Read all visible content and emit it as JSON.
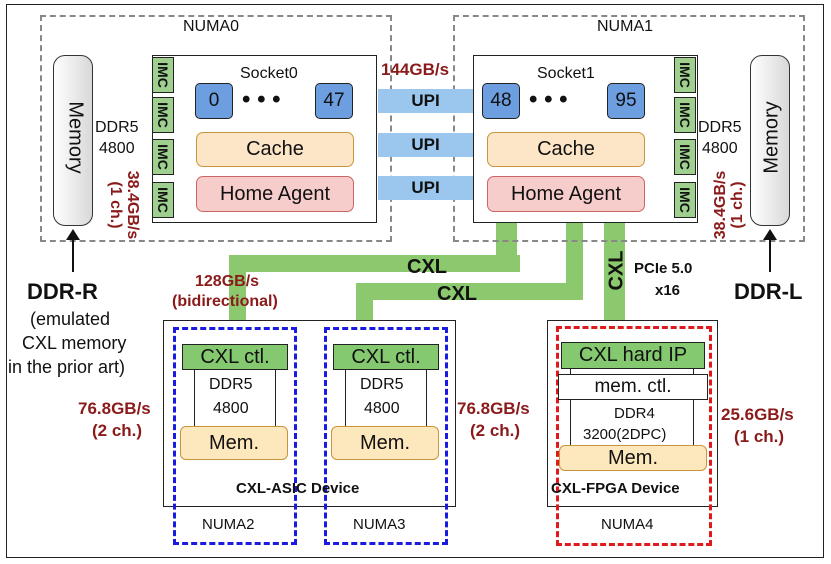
{
  "numa0": {
    "label": "NUMA0"
  },
  "numa1": {
    "label": "NUMA1"
  },
  "numa2": {
    "label": "NUMA2"
  },
  "numa3": {
    "label": "NUMA3"
  },
  "numa4": {
    "label": "NUMA4"
  },
  "socket0": {
    "label": "Socket0",
    "core_first": "0",
    "core_last": "47",
    "dots": "• • •",
    "cache": "Cache",
    "home": "Home Agent"
  },
  "socket1": {
    "label": "Socket1",
    "core_first": "48",
    "core_last": "95",
    "dots": "• • •",
    "cache": "Cache",
    "home": "Home Agent"
  },
  "imc": "IMC",
  "memory_label": "Memory",
  "ddr5_left": [
    "DDR5",
    "4800"
  ],
  "ddr5_right": [
    "DDR5",
    "4800"
  ],
  "bw_left_mem": [
    "38.4GB/s",
    "(1 ch.)"
  ],
  "bw_right_mem": [
    "38.4GB/s",
    "(1 ch.)"
  ],
  "upi_bw": "144GB/s",
  "upi_label": "UPI",
  "ddr_r": {
    "title": "DDR-R",
    "note": [
      "(emulated",
      "CXL memory",
      "in the prior art)"
    ]
  },
  "ddr_l": {
    "title": "DDR-L"
  },
  "cxl_bw": [
    "128GB/s",
    "(bidirectional)"
  ],
  "cxl_label": "CXL",
  "pcie": [
    "PCIe 5.0",
    "x16"
  ],
  "asic": {
    "ctl": "CXL ctl.",
    "ddr": [
      "DDR5",
      "4800"
    ],
    "mem": "Mem.",
    "device": "CXL-ASIC Device",
    "bw_left": [
      "76.8GB/s",
      "(2 ch.)"
    ],
    "bw_right": [
      "76.8GB/s",
      "(2 ch.)"
    ]
  },
  "fpga": {
    "hardip": "CXL hard IP",
    "memctl": "mem. ctl.",
    "ddr": [
      "DDR4",
      "3200(2DPC)"
    ],
    "mem": "Mem.",
    "device": "CXL-FPGA Device",
    "bw": [
      "25.6GB/s",
      "(1 ch.)"
    ]
  }
}
